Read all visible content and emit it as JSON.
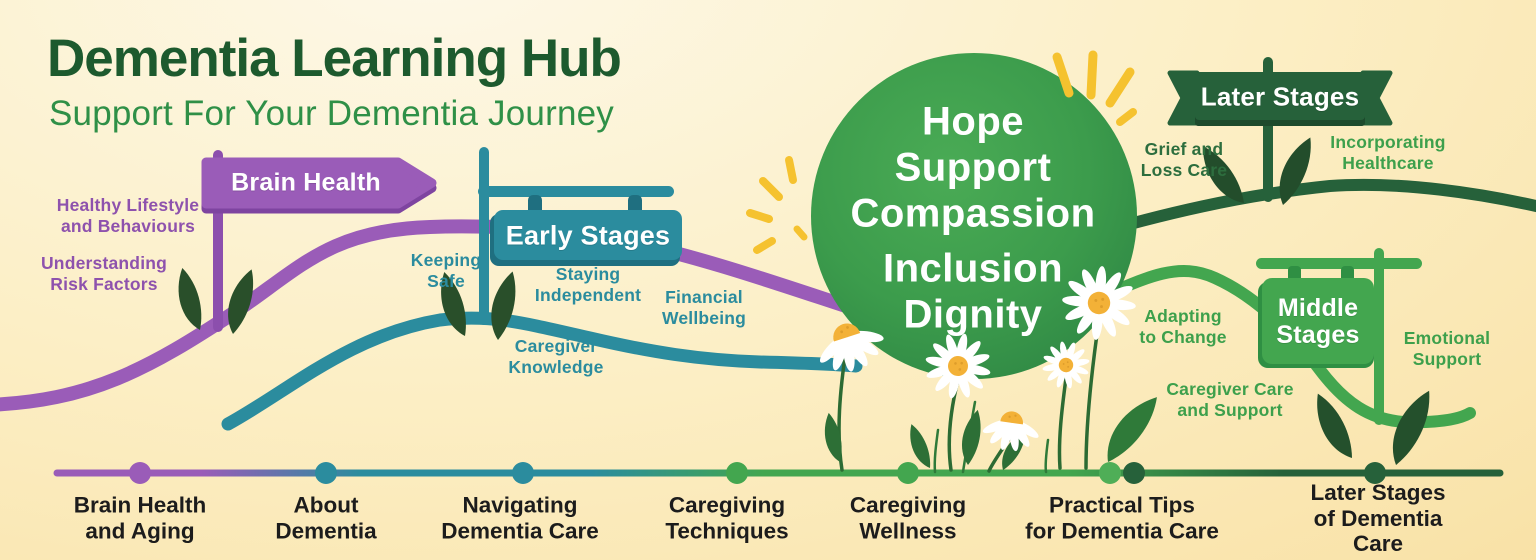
{
  "header": {
    "title": "Dementia Learning Hub",
    "subtitle": "Support For Your Dementia Journey"
  },
  "journey": {
    "brain_health": {
      "sign": "Brain Health",
      "topics": [
        "Healthy Lifestyle\nand Behaviours",
        "Understanding\nRisk Factors"
      ]
    },
    "early_stages": {
      "sign": "Early Stages",
      "topics": [
        "Keeping\nSafe",
        "Staying\nIndependent",
        "Caregiver\nKnowledge",
        "Financial\nWellbeing"
      ]
    },
    "later_stages": {
      "sign": "Later Stages",
      "topics": [
        "Grief and\nLoss Care",
        "Incorporating\nHealthcare"
      ]
    },
    "middle_stages": {
      "sign": "Middle\nStages",
      "topics": [
        "Adapting\nto Change",
        "Emotional\nSupport",
        "Caregiver Care\nand Support"
      ]
    }
  },
  "values_circle": {
    "lines": [
      "Hope",
      "Support",
      "Compassion",
      "Inclusion",
      "Dignity"
    ]
  },
  "timeline": {
    "items": [
      {
        "label": "Brain Health\nand Aging"
      },
      {
        "label": "About\nDementia"
      },
      {
        "label": "Navigating\nDementia Care"
      },
      {
        "label": "Caregiving\nTechniques"
      },
      {
        "label": "Caregiving\nWellness"
      },
      {
        "label": "Practical Tips\nfor Dementia Care"
      },
      {
        "label": "Later Stages\nof Dementia Care"
      }
    ]
  },
  "colors": {
    "purple": "#9a5cb8",
    "teal": "#2b8c9e",
    "green": "#43a64f",
    "dark_green": "#26613a",
    "title_green": "#1d5a2e",
    "subtitle_green": "#2f9047",
    "accent_yellow": "#f5c22f",
    "timeline_text": "#1c1c1c",
    "background_cream": "#fcefc6"
  }
}
